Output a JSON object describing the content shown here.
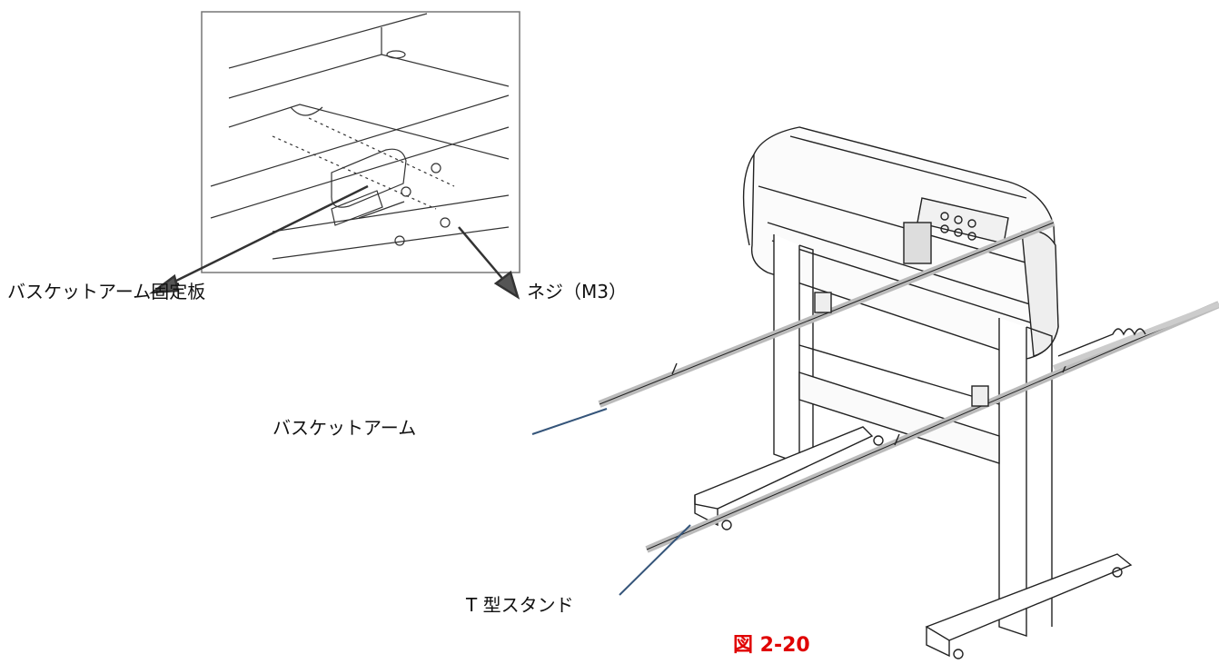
{
  "labels": {
    "bracket_plate": "バスケットアーム固定板",
    "screw": "ネジ（M3）",
    "basket_arm": "バスケットアーム",
    "t_stand": "T 型スタンド"
  },
  "figure": {
    "caption": "図 2-20"
  },
  "colors": {
    "leader_line": "#35557a",
    "caption": "#e00000",
    "drawing": "#222222"
  }
}
